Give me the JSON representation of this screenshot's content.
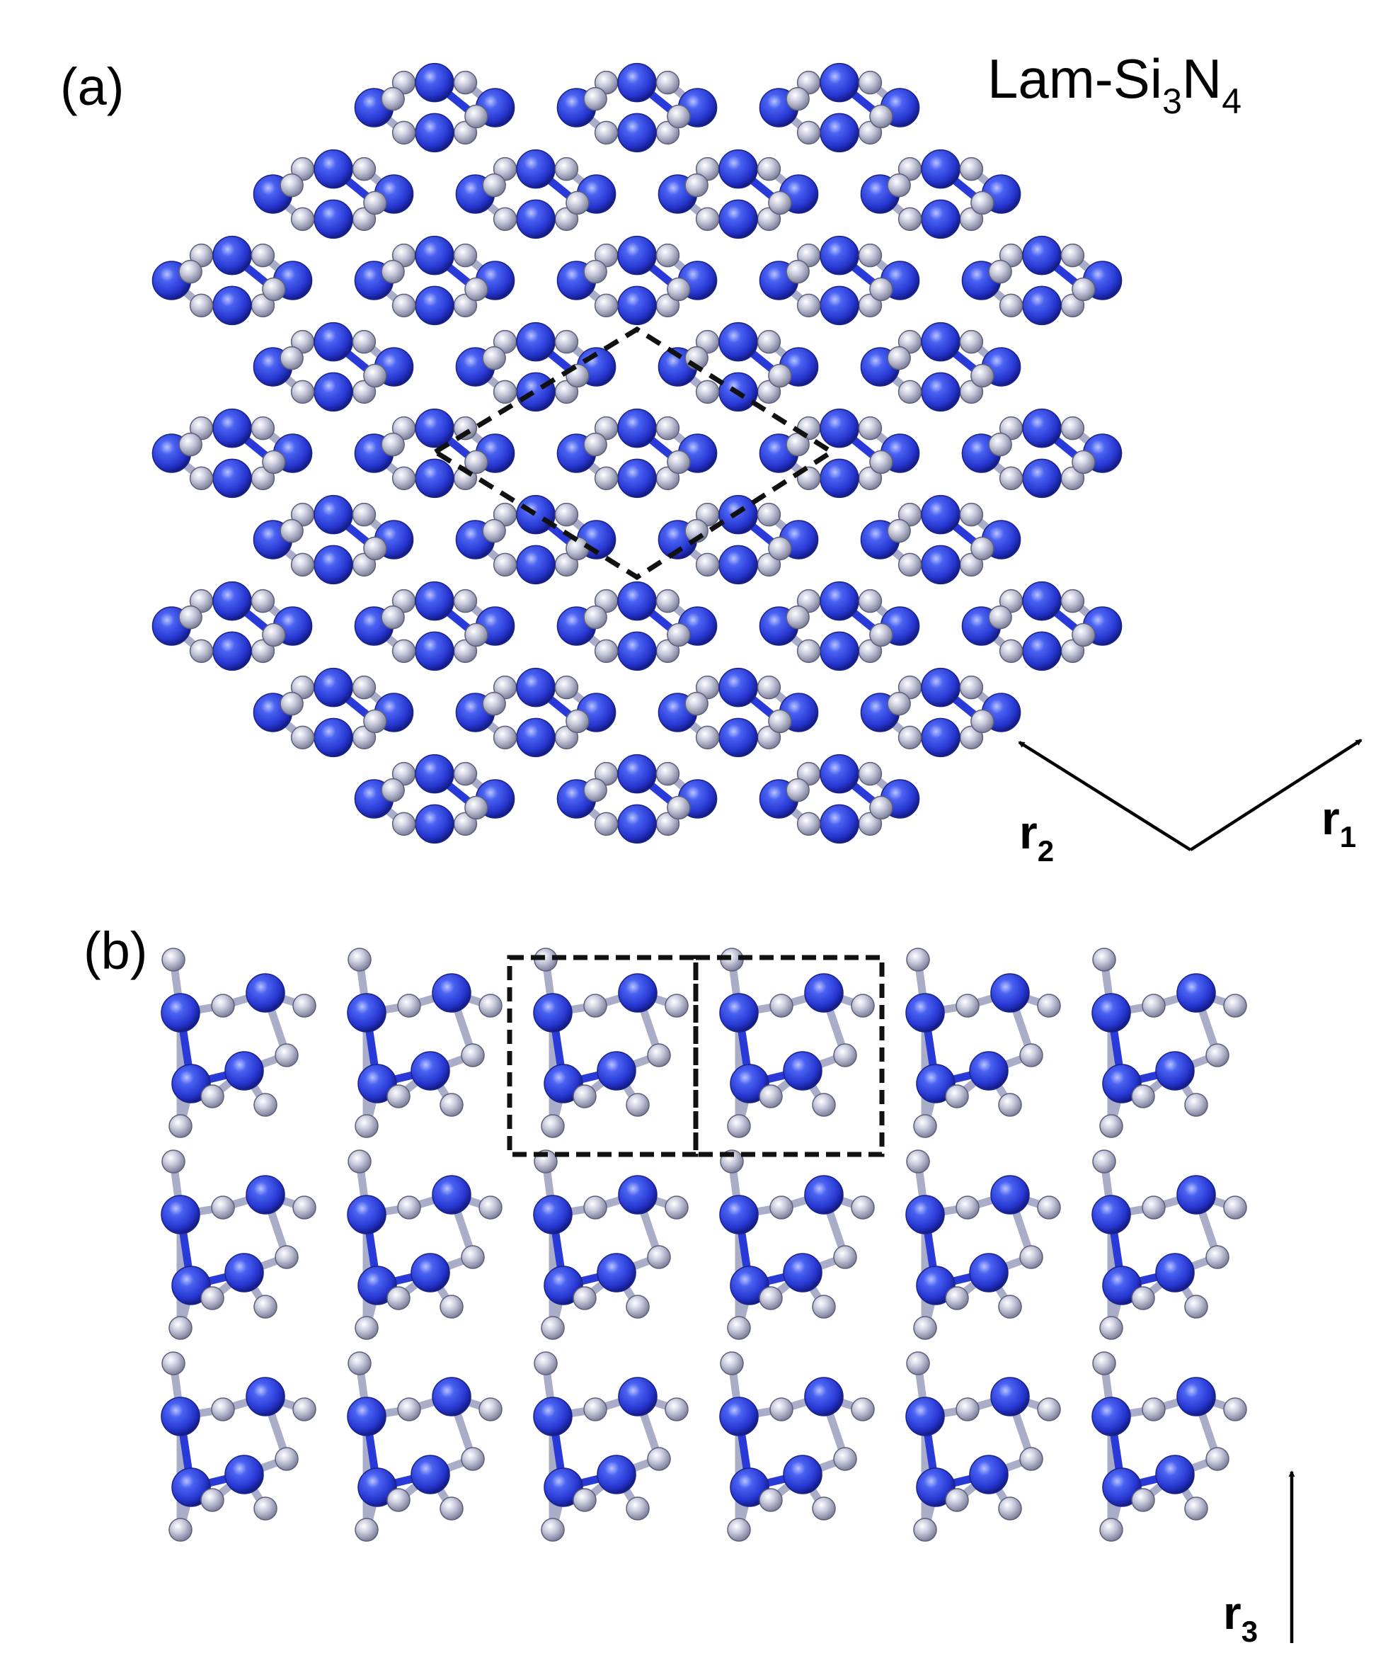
{
  "panel_a": {
    "label": "(a)",
    "title": "Lam-Si",
    "title_sub_1": "3",
    "title_mid": "N",
    "title_sub_2": "4",
    "axes": [
      {
        "name": "r",
        "sub": "2"
      },
      {
        "name": "r",
        "sub": "1"
      }
    ]
  },
  "panel_b": {
    "label": "(b)",
    "axis": {
      "name": "r",
      "sub": "3"
    }
  },
  "colors": {
    "silicon": "#2f43e0",
    "nitrogen": "#c4c6da",
    "bond_silicon": "#2a3ad8",
    "bond_nitrogen": "#a9adc8",
    "cell_outline": "#111111",
    "arrow": "#000000"
  }
}
